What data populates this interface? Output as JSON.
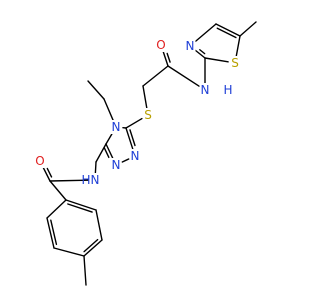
{
  "colors": {
    "N": "#1f3fd6",
    "O": "#e02020",
    "S": "#b8a000",
    "C": "#000000"
  },
  "atoms": [
    {
      "id": "tz_c5",
      "el": "C"
    },
    {
      "id": "tz_me",
      "el": "C"
    },
    {
      "id": "tz_s1",
      "el": "S",
      "label": "S"
    },
    {
      "id": "tz_c2",
      "el": "C"
    },
    {
      "id": "tz_n3",
      "el": "N",
      "label": "N"
    },
    {
      "id": "tz_c4",
      "el": "C"
    },
    {
      "id": "amide_n",
      "el": "N",
      "label": "N"
    },
    {
      "id": "amide_h",
      "el": "H",
      "label": "H"
    },
    {
      "id": "amide_c",
      "el": "C"
    },
    {
      "id": "amide_o",
      "el": "O",
      "label": "O"
    },
    {
      "id": "ch2_s",
      "el": "C"
    },
    {
      "id": "thio_s",
      "el": "S",
      "label": "S"
    },
    {
      "id": "tr_c3",
      "el": "C"
    },
    {
      "id": "tr_n4",
      "el": "N",
      "label": "N"
    },
    {
      "id": "tr_c5",
      "el": "C"
    },
    {
      "id": "tr_n1",
      "el": "N",
      "label": "N"
    },
    {
      "id": "tr_n2",
      "el": "N",
      "label": "N"
    },
    {
      "id": "et_c1",
      "el": "C"
    },
    {
      "id": "et_c2",
      "el": "C"
    },
    {
      "id": "ch2_n",
      "el": "C"
    },
    {
      "id": "bz_n",
      "el": "N",
      "label": "N"
    },
    {
      "id": "bz_h",
      "el": "H",
      "label": "H"
    },
    {
      "id": "bz_c",
      "el": "C"
    },
    {
      "id": "bz_o",
      "el": "O",
      "label": "O"
    },
    {
      "id": "ar_c1",
      "el": "C"
    },
    {
      "id": "ar_c2",
      "el": "C"
    },
    {
      "id": "ar_c3",
      "el": "C"
    },
    {
      "id": "ar_c4",
      "el": "C"
    },
    {
      "id": "ar_c5",
      "el": "C"
    },
    {
      "id": "ar_c6",
      "el": "C"
    },
    {
      "id": "ar_me",
      "el": "C"
    }
  ],
  "bonds": [
    {
      "a": "tz_me",
      "b": "tz_c5",
      "order": 1
    },
    {
      "a": "tz_c5",
      "b": "tz_s1",
      "order": 1
    },
    {
      "a": "tz_s1",
      "b": "tz_c2",
      "order": 1
    },
    {
      "a": "tz_c2",
      "b": "tz_n3",
      "order": 2
    },
    {
      "a": "tz_n3",
      "b": "tz_c4",
      "order": 1
    },
    {
      "a": "tz_c4",
      "b": "tz_c5",
      "order": 2
    },
    {
      "a": "tz_c2",
      "b": "amide_n",
      "order": 1
    },
    {
      "a": "amide_n",
      "b": "amide_c",
      "order": 1
    },
    {
      "a": "amide_c",
      "b": "amide_o",
      "order": 2
    },
    {
      "a": "amide_c",
      "b": "ch2_s",
      "order": 1
    },
    {
      "a": "ch2_s",
      "b": "thio_s",
      "order": 1
    },
    {
      "a": "thio_s",
      "b": "tr_c3",
      "order": 1
    },
    {
      "a": "tr_c3",
      "b": "tr_n4",
      "order": 1
    },
    {
      "a": "tr_n4",
      "b": "tr_c5",
      "order": 1
    },
    {
      "a": "tr_c5",
      "b": "tr_n1",
      "order": 2
    },
    {
      "a": "tr_n1",
      "b": "tr_n2",
      "order": 1
    },
    {
      "a": "tr_n2",
      "b": "tr_c3",
      "order": 2
    },
    {
      "a": "tr_n4",
      "b": "et_c1",
      "order": 1
    },
    {
      "a": "et_c1",
      "b": "et_c2",
      "order": 1
    },
    {
      "a": "tr_c5",
      "b": "ch2_n",
      "order": 1
    },
    {
      "a": "ch2_n",
      "b": "bz_n",
      "order": 1
    },
    {
      "a": "bz_n",
      "b": "bz_c",
      "order": 1
    },
    {
      "a": "bz_c",
      "b": "bz_o",
      "order": 2
    },
    {
      "a": "bz_c",
      "b": "ar_c1",
      "order": 1
    },
    {
      "a": "ar_c1",
      "b": "ar_c2",
      "order": 2
    },
    {
      "a": "ar_c2",
      "b": "ar_c3",
      "order": 1
    },
    {
      "a": "ar_c3",
      "b": "ar_c4",
      "order": 2
    },
    {
      "a": "ar_c4",
      "b": "ar_c5",
      "order": 1
    },
    {
      "a": "ar_c5",
      "b": "ar_c6",
      "order": 2
    },
    {
      "a": "ar_c6",
      "b": "ar_c1",
      "order": 1
    },
    {
      "a": "ar_c4",
      "b": "ar_me",
      "order": 1
    }
  ]
}
